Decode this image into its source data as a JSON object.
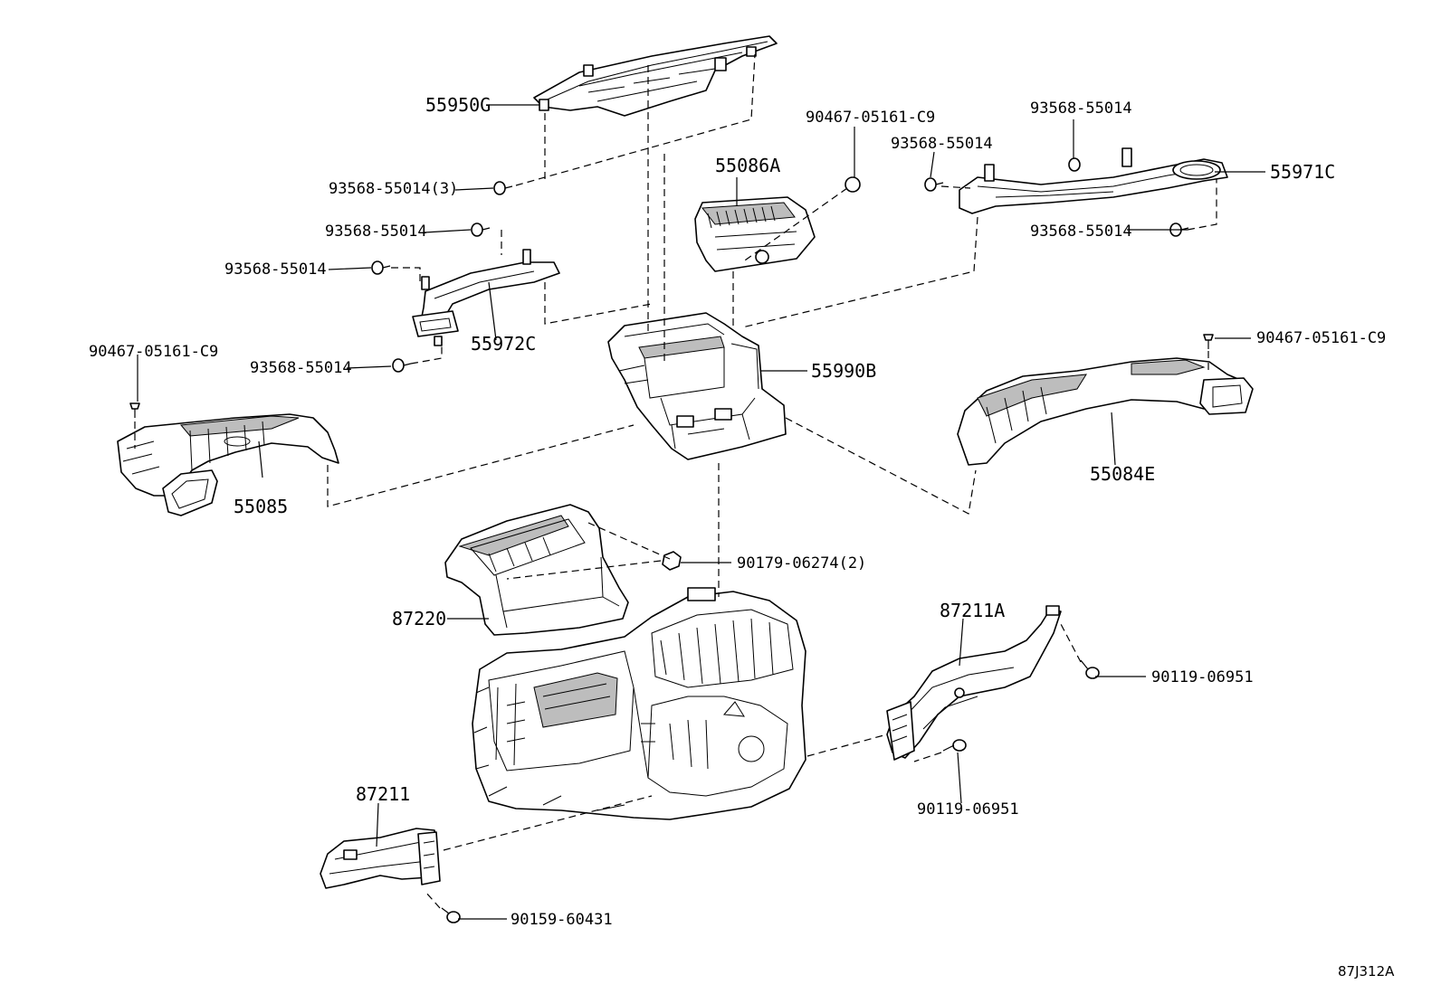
{
  "diagram_ref": "87J312A",
  "parts": {
    "p55950G": "55950G",
    "p55086A": "55086A",
    "p55971C": "55971C",
    "p55972C": "55972C",
    "p55990B": "55990B",
    "p55085": "55085",
    "p55084E": "55084E",
    "p87220": "87220",
    "p87211A": "87211A",
    "p87211": "87211"
  },
  "fasteners": {
    "f1": "93568-55014(3)",
    "f2": "93568-55014",
    "f3": "93568-55014",
    "f4": "93568-55014",
    "f5": "90467-05161-C9",
    "f6": "90467-05161-C9",
    "f7": "93568-55014",
    "f8": "93568-55014",
    "f9": "93568-55014",
    "f10": "90467-05161-C9",
    "f11": "90179-06274(2)",
    "f12": "90119-06951",
    "f13": "90119-06951",
    "f14": "90159-60431"
  }
}
